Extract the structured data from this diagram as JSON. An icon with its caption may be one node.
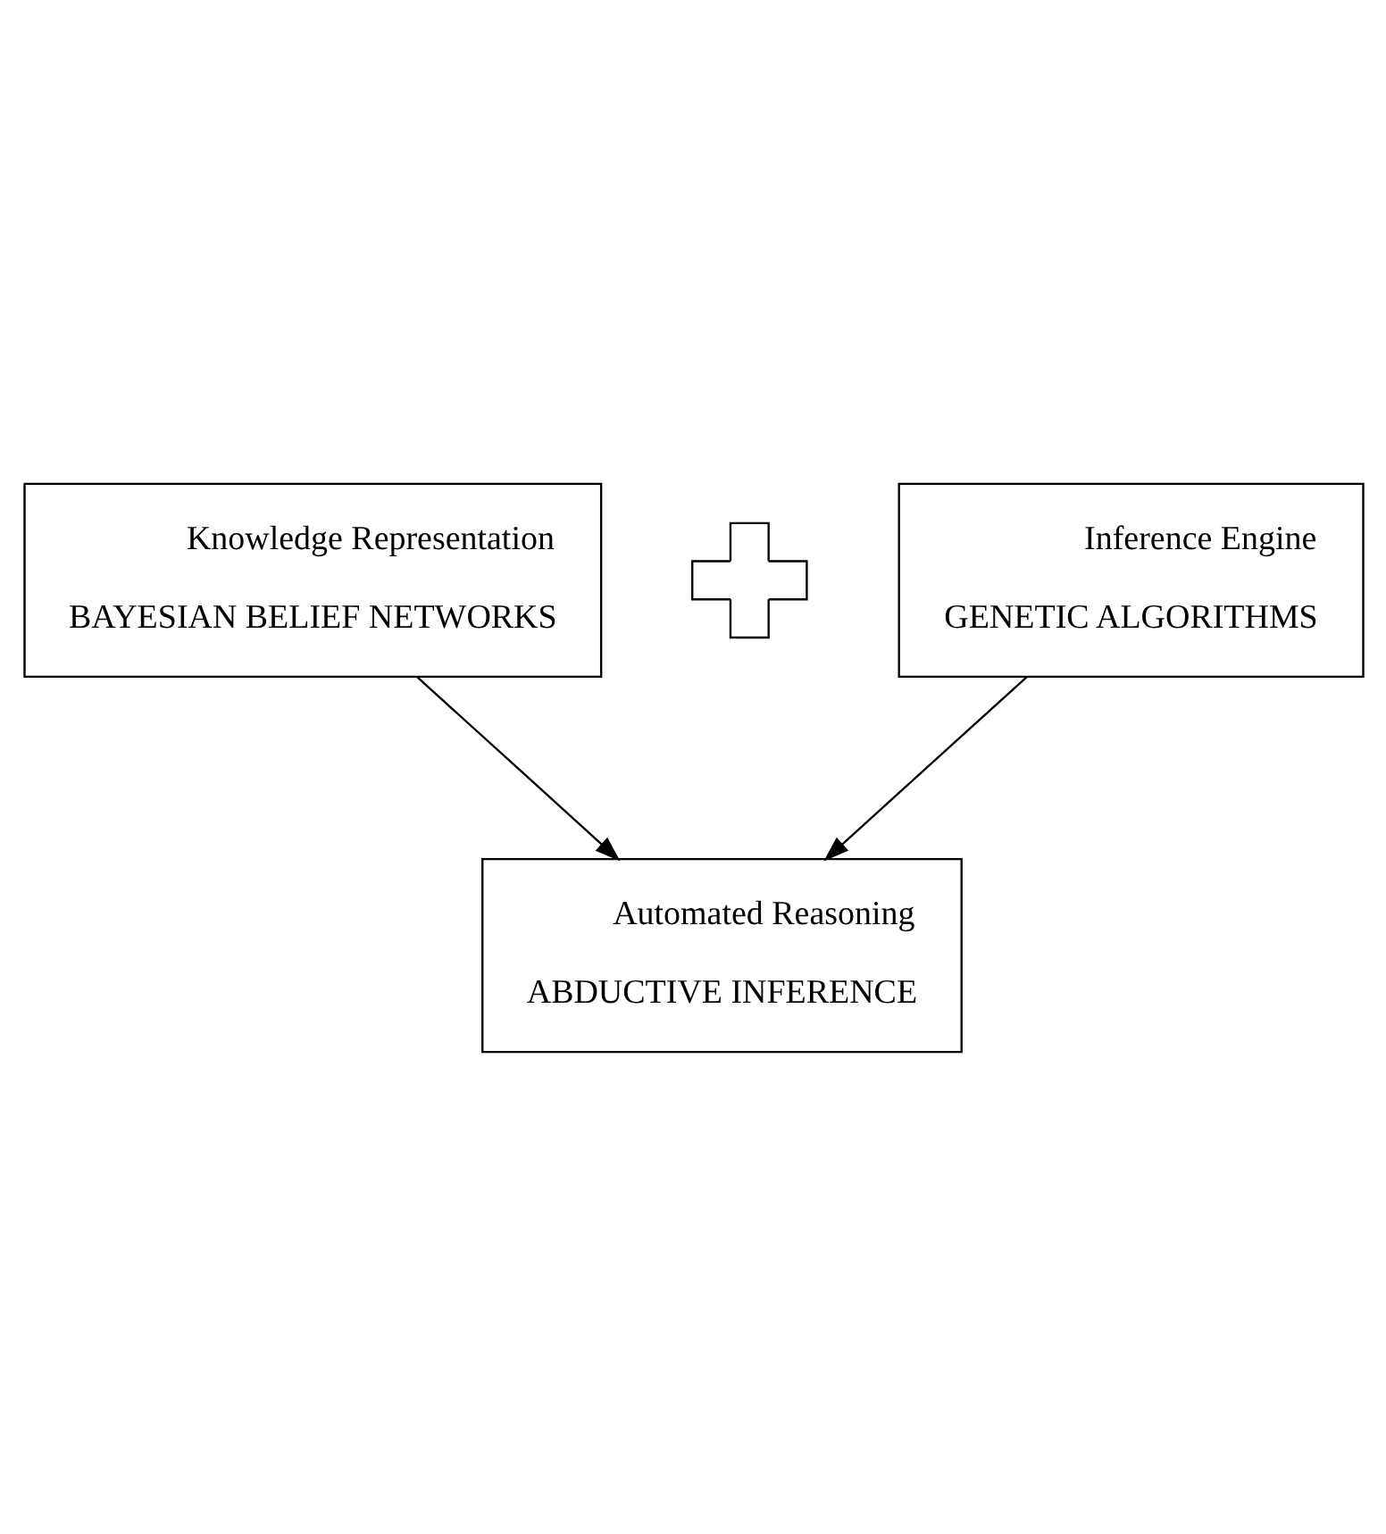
{
  "diagram": {
    "nodes": [
      {
        "text": [
          "Knowledge Representation",
          "BAYESIAN BELIEF NETWORKS"
        ]
      },
      {
        "text": [],
        "shape": "plus"
      },
      {
        "text": [
          "Inference Engine",
          "GENETIC ALGORITHMS"
        ]
      },
      {
        "text": [
          "Automated Reasoning",
          "ABDUCTIVE INFERENCE"
        ]
      }
    ],
    "edges": [
      {
        "from": 0,
        "to": 3,
        "arrow": "to"
      },
      {
        "from": 2,
        "to": 3,
        "arrow": "to"
      }
    ]
  }
}
